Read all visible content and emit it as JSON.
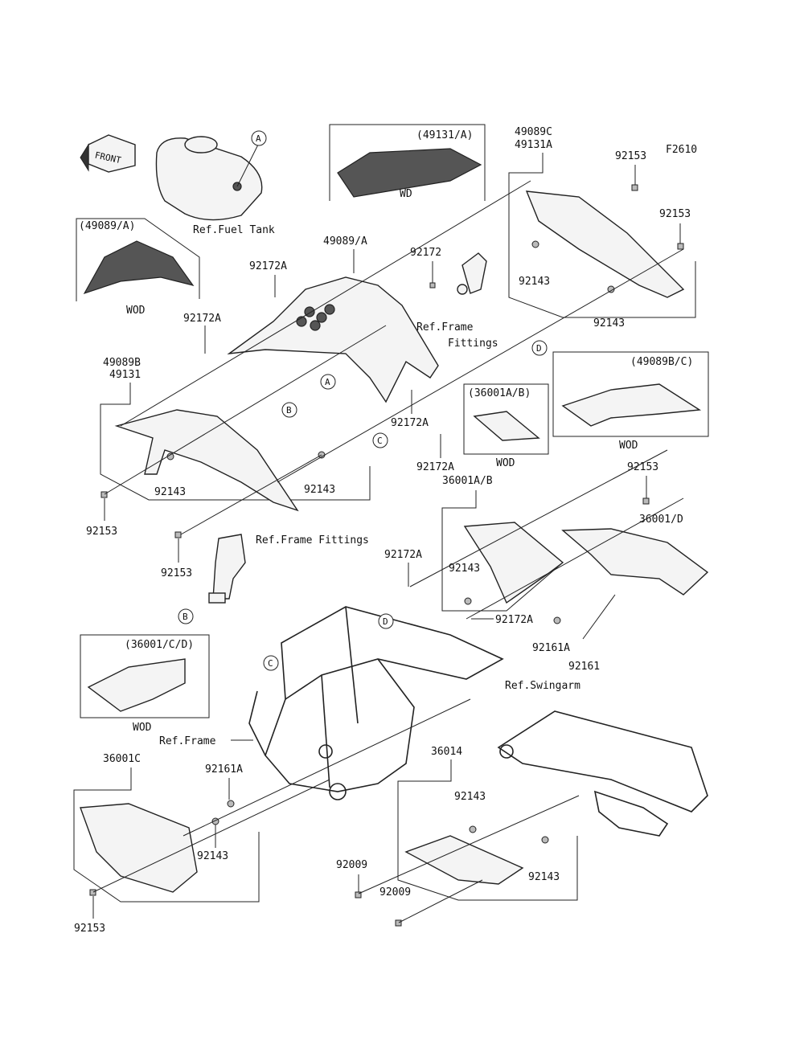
{
  "figure_code": "F2610",
  "front_arrow_label": "FRONT",
  "callout_letters": [
    "A",
    "B",
    "C",
    "D"
  ],
  "labels": {
    "p49131A_box": "(49131/A)",
    "wd": "WD",
    "p49089C": "49089C",
    "p49131A": "49131A",
    "p92153_tr1": "92153",
    "p92153_tr2": "92153",
    "p49089A_box": "(49089/A)",
    "wod_1": "WOD",
    "ref_fuel_tank": "Ref.Fuel Tank",
    "p49089A": "49089/A",
    "p92172": "92172",
    "p92143_tr1": "92143",
    "p92143_tr2": "92143",
    "p92172A_1": "92172A",
    "p92172A_2": "92172A",
    "ref_frame_fittings_1": "Ref.Frame",
    "ref_frame_fittings_1b": "Fittings",
    "p49089B": "49089B",
    "p49131": "49131",
    "p92172A_3": "92172A",
    "p92172A_4": "92172A",
    "p36001AB_box": "(36001A/B)",
    "wod_2": "WOD",
    "p49089BC_box": "(49089B/C)",
    "wod_3": "WOD",
    "p92143_l1": "92143",
    "p92143_l2": "92143",
    "p92153_l1": "92153",
    "p92153_l2": "92153",
    "p36001AB": "36001A/B",
    "p92153_mr": "92153",
    "p36001D": "36001/D",
    "ref_frame_fittings_2": "Ref.Frame Fittings",
    "p92172A_5": "92172A",
    "p92143_m": "92143",
    "p92172A_6": "92172A",
    "p92161A_1": "92161A",
    "p92161": "92161",
    "ref_swingarm": "Ref.Swingarm",
    "p36001CD_box": "(36001/C/D)",
    "wod_4": "WOD",
    "ref_frame": "Ref.Frame",
    "p36001C": "36001C",
    "p92161A_2": "92161A",
    "p36014": "36014",
    "p92143_b1": "92143",
    "p92143_b2": "92143",
    "p92143_b3": "92143",
    "p92009_1": "92009",
    "p92009_2": "92009",
    "p92153_b": "92153"
  }
}
